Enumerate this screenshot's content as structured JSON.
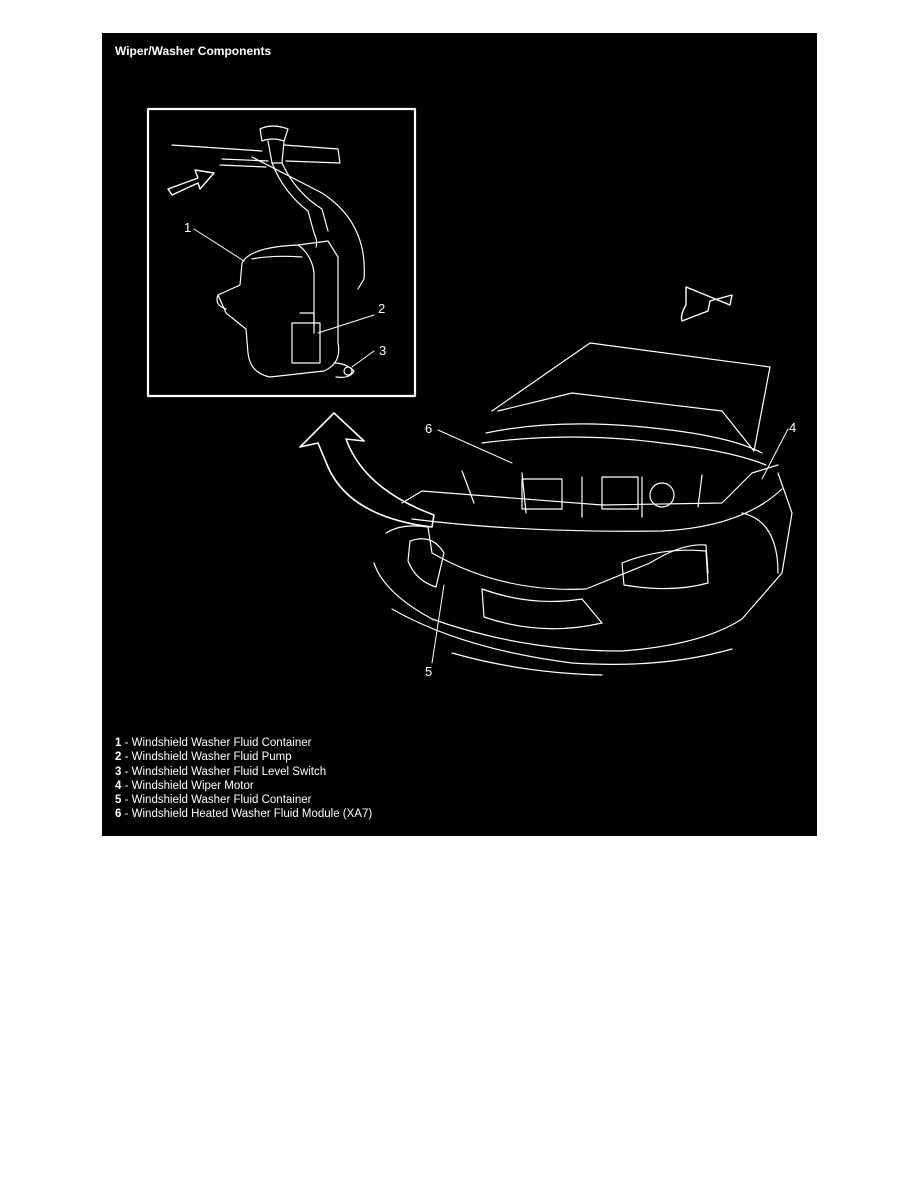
{
  "figure": {
    "title": "Wiper/Washer Components",
    "callouts": [
      "1",
      "2",
      "3",
      "4",
      "5",
      "6"
    ],
    "legend": [
      {
        "num": "1",
        "sep": " - ",
        "text": "Windshield Washer Fluid Container"
      },
      {
        "num": "2",
        "sep": " - ",
        "text": "Windshield Washer Fluid Pump"
      },
      {
        "num": "3",
        "sep": " - ",
        "text": "Windshield Washer Fluid Level Switch"
      },
      {
        "num": "4",
        "sep": " - ",
        "text": "Windshield Wiper Motor"
      },
      {
        "num": "5",
        "sep": " - ",
        "text": "Windshield Washer Fluid Container"
      },
      {
        "num": "6",
        "sep": " - ",
        "text": "Windshield Heated Washer Fluid Module (XA7)"
      }
    ],
    "colors": {
      "background": "#000000",
      "ink": "#ffffff",
      "page": "#ffffff"
    }
  }
}
